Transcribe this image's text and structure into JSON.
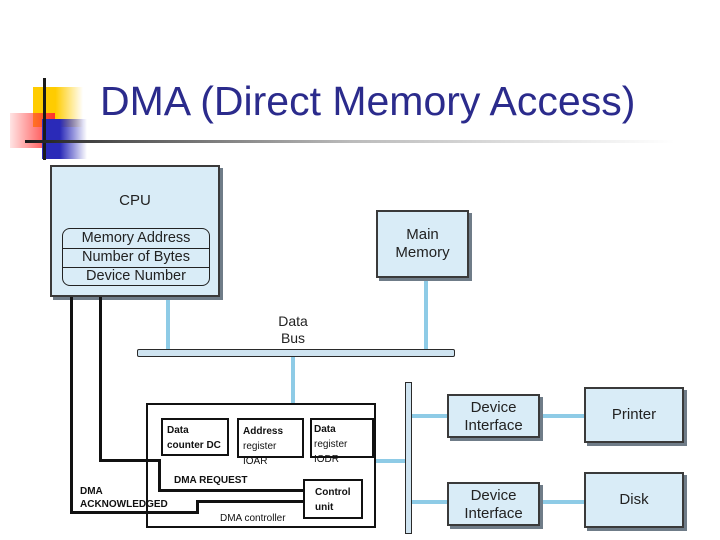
{
  "slide": {
    "title": "DMA (Direct Memory Access)"
  },
  "diagram": {
    "cpu": {
      "label": "CPU",
      "registers": [
        "Memory Address",
        "Number of Bytes",
        "Device Number"
      ]
    },
    "main_memory": {
      "label_line1": "Main",
      "label_line2": "Memory"
    },
    "data_bus": {
      "label_line1": "Data",
      "label_line2": "Bus"
    },
    "dma_controller": {
      "label": "DMA controller",
      "data_counter": {
        "line1": "Data",
        "line2": "counter DC"
      },
      "address_register": {
        "line1": "Address",
        "line2": "register IOAR"
      },
      "data_register": {
        "line1": "Data",
        "line2": "register IODR"
      },
      "control_unit": {
        "line1": "Control",
        "line2": "unit"
      }
    },
    "signals": {
      "dma_request": "DMA REQUEST",
      "dma_ack_line1": "DMA",
      "dma_ack_line2": "ACKNOWLEDGED"
    },
    "device_interfaces": [
      {
        "line1": "Device",
        "line2": "Interface"
      },
      {
        "line1": "Device",
        "line2": "Interface"
      }
    ],
    "devices": [
      "Printer",
      "Disk"
    ]
  },
  "colors": {
    "title": "#2b2b8c",
    "box_fill": "#d9ecf7",
    "bus_wire": "#8ecbe6"
  }
}
